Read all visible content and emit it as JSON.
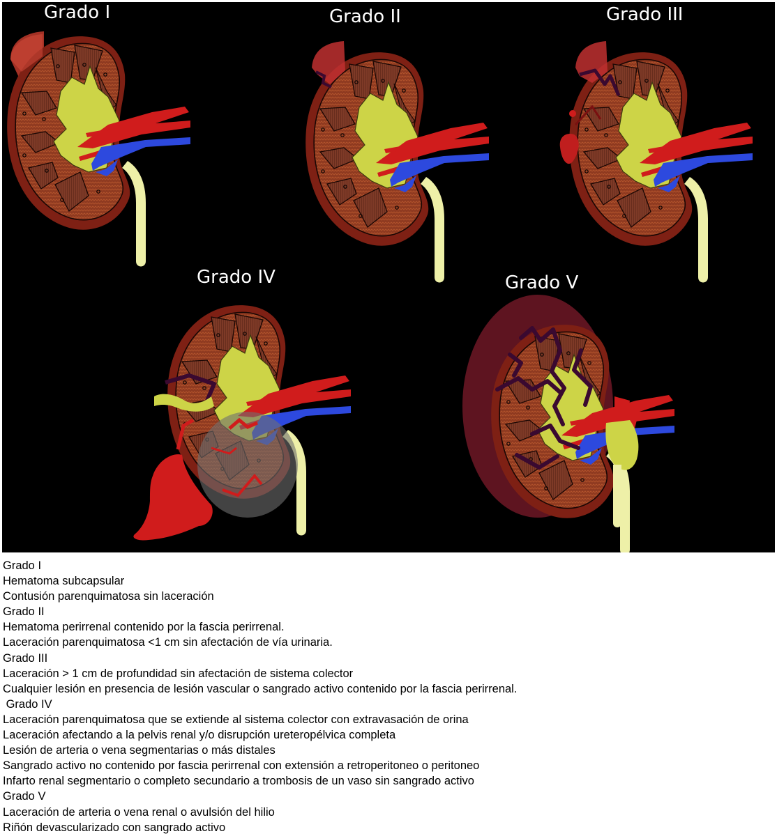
{
  "figure": {
    "titles": {
      "g1": "Grado I",
      "g2": "Grado II",
      "g3": "Grado III",
      "g4": "Grado IV",
      "g5": "Grado V"
    }
  },
  "legend": {
    "lines": [
      "Grado I",
      "Hematoma subcapsular",
      "Contusión parenquimatosa sin laceración",
      "Grado II",
      "Hematoma perirrenal contenido por la fascia perirrenal.",
      "Laceración parenquimatosa <1 cm sin afectación de vía urinaria.",
      "Grado III",
      "Laceración > 1 cm de profundidad sin afectación de sistema colector",
      "Cualquier lesión en presencia de lesión vascular o sangrado activo contenido por la fascia perirrenal.",
      " Grado IV",
      "Laceración parenquimatosa que se extiende al sistema colector con extravasación de orina",
      "Laceración afectando a la pelvis renal y/o disrupción ureteropélvica completa",
      "Lesión de arteria o vena segmentarias o más distales",
      "Sangrado activo no contenido por fascia perirrenal con extensión a retroperitoneo o peritoneo",
      "Infarto renal segmentario o completo secundario a trombosis de un vaso sin sangrado activo",
      "Grado V",
      "Laceración de arteria o vena renal o avulsión del hilio",
      "Riñón devascularizado con sangrado activo"
    ]
  }
}
